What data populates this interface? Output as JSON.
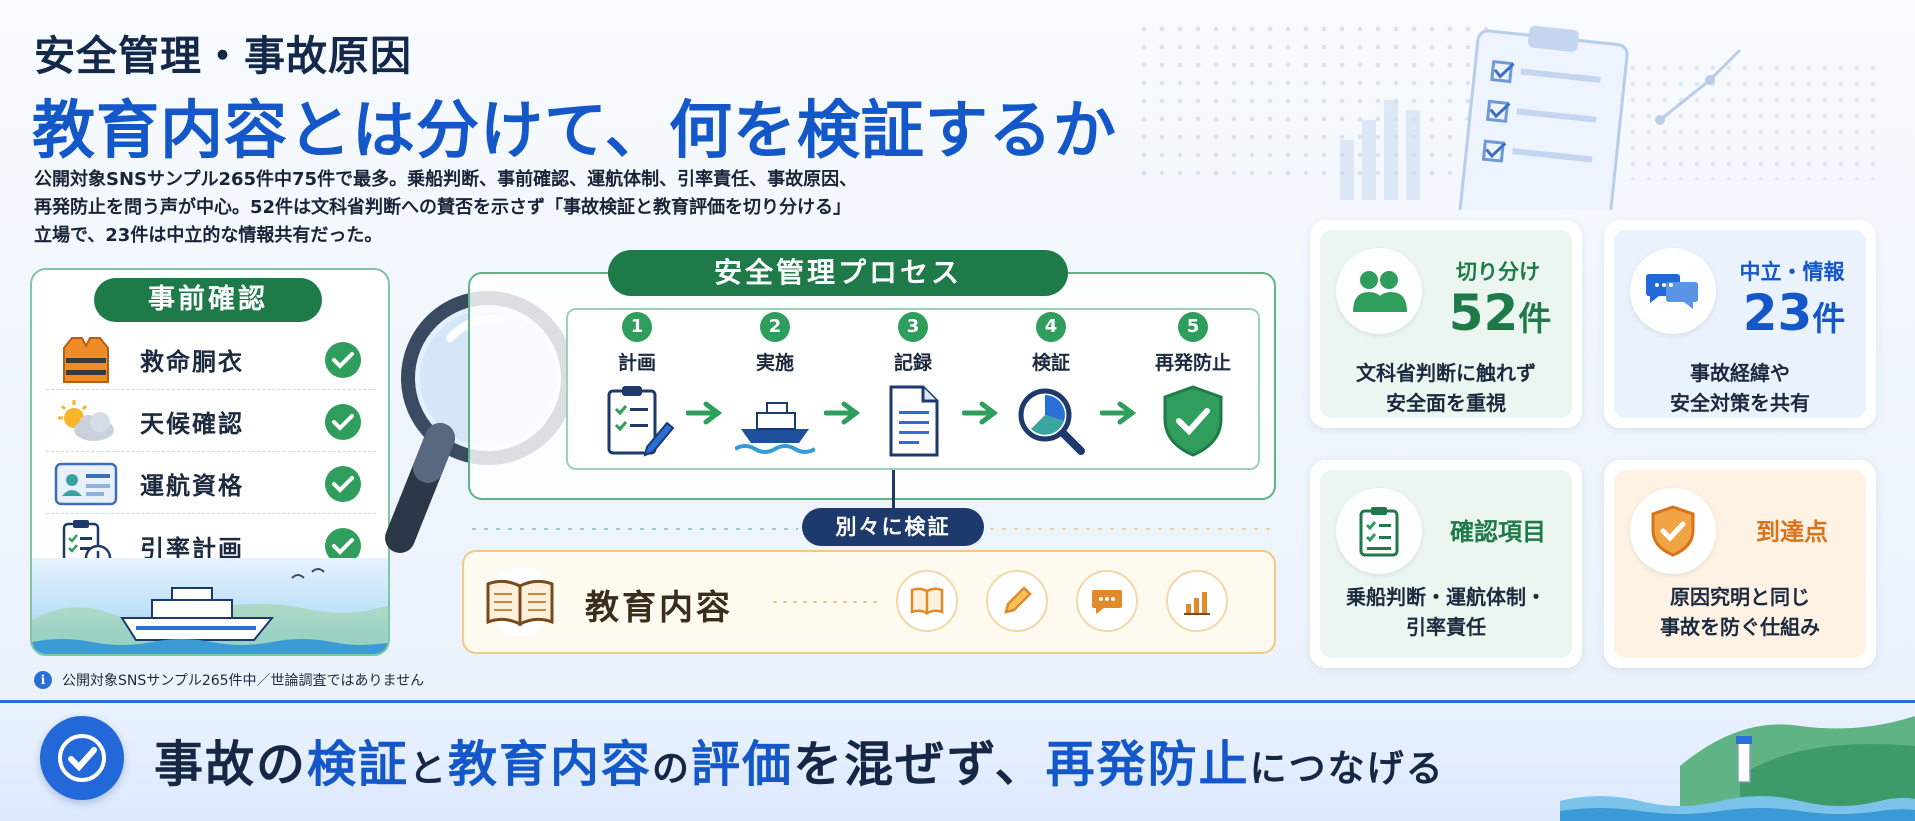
{
  "header": {
    "kicker": "安全管理・事故原因",
    "title": "教育内容とは分けて、何を検証するか",
    "lead_lines": [
      "公開対象SNSサンプル265件中75件で最多。乗船判断、事前確認、運航体制、引率責任、事故原因、",
      "再発防止を問う声が中心。52件は文科省判断への賛否を示さず「事故検証と教育評価を切り分ける」",
      "立場で、23件は中立的な情報共有だった。"
    ]
  },
  "prep": {
    "title": "事前確認",
    "items": [
      {
        "label": "救命胴衣",
        "icon": "life-jacket-icon"
      },
      {
        "label": "天候確認",
        "icon": "weather-icon"
      },
      {
        "label": "運航資格",
        "icon": "license-card-icon"
      },
      {
        "label": "引率計画",
        "icon": "schedule-clipboard-icon"
      }
    ]
  },
  "process": {
    "title": "安全管理プロセス",
    "steps": [
      {
        "num": "1",
        "label": "計画",
        "icon": "clipboard-pen-icon"
      },
      {
        "num": "2",
        "label": "実施",
        "icon": "ship-icon"
      },
      {
        "num": "3",
        "label": "記録",
        "icon": "document-icon"
      },
      {
        "num": "4",
        "label": "検証",
        "icon": "magnifier-chart-icon"
      },
      {
        "num": "5",
        "label": "再発防止",
        "icon": "shield-check-icon"
      }
    ],
    "separator": "別々に検証"
  },
  "education": {
    "label": "教育内容",
    "icons": [
      "book-icon",
      "pencil-icon",
      "chat-bubble-icon",
      "bar-chart-icon"
    ]
  },
  "cards": [
    {
      "title": "切り分け",
      "number": "52",
      "unit": "件",
      "desc1": "文科省判断に触れず",
      "desc2": "安全面を重視",
      "icon": "people-icon",
      "color": "#1f7a49"
    },
    {
      "title": "中立・情報",
      "number": "23",
      "unit": "件",
      "desc1": "事故経緯や",
      "desc2": "安全対策を共有",
      "icon": "chat-icon",
      "color": "#1357c9"
    },
    {
      "title": "確認項目",
      "desc1": "乗船判断・運航体制・",
      "desc2": "引率責任",
      "icon": "checklist-icon",
      "color": "#1f7a49"
    },
    {
      "title": "到達点",
      "desc1": "原因究明と同じ",
      "desc2": "事故を防ぐ仕組み",
      "icon": "shield-icon",
      "color": "#d9731a"
    }
  ],
  "note": "公開対象SNSサンプル265件中／世論調査ではありません",
  "banner": {
    "p1": "事故の",
    "p2": "検証",
    "p3": "と",
    "p4": "教育内容",
    "p5": "の",
    "p6": "評価",
    "p7": "を混ぜず、",
    "p8": "再発防止",
    "p9": "につなげる"
  },
  "colors": {
    "green": "#1f7a49",
    "blue": "#1357c9",
    "orange": "#f0a444",
    "navy": "#1e3a6d"
  }
}
